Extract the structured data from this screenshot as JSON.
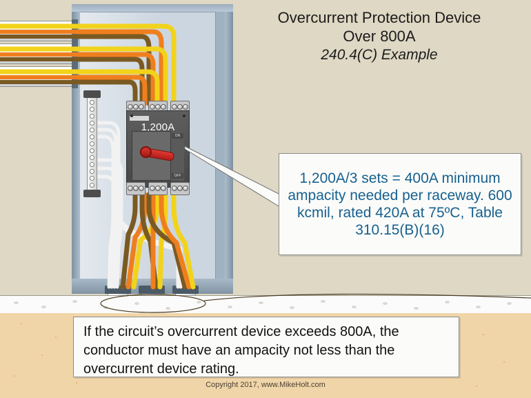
{
  "title": {
    "line1": "Overcurrent Protection Device",
    "line2": "Over 800A",
    "line3": "240.4(C) Example"
  },
  "callout": {
    "text": "1,200A/3 sets = 400A minimum ampacity needed per raceway. 600 kcmil, rated 420A at 75ºC, Table 310.15(B)(16)"
  },
  "note": {
    "text": "If the circuit’s overcurrent device exceeds 800A, the conductor must have an ampacity not less than the overcurrent device rating."
  },
  "copyright": "Copyright 2017, www.MikeHolt.com",
  "breaker": {
    "rating": "1,200A",
    "small_label": "",
    "on_label": "ON",
    "off_label": "OFF"
  },
  "colors": {
    "background": "#ded8c4",
    "panel_interior": "#ccd6e0",
    "panel_frame": "#8fa3b5",
    "callout_text": "#17618f",
    "note_text": "#111111",
    "earth": "#f0d5a8",
    "slab": "#fbfbfb",
    "wire_yellow": "#f2d31b",
    "wire_orange": "#ef7f1e",
    "wire_brown": "#7a5a22",
    "wire_white": "#f2f2f2",
    "breaker_body": "#565656",
    "handle_red": "#c8241d"
  },
  "elements": {
    "panel_name": "electrical-panel-enclosure",
    "left_conduits": 3,
    "bottom_conduits": 3,
    "phase_wire_colors": [
      "wire_brown",
      "wire_orange",
      "wire_yellow"
    ]
  }
}
